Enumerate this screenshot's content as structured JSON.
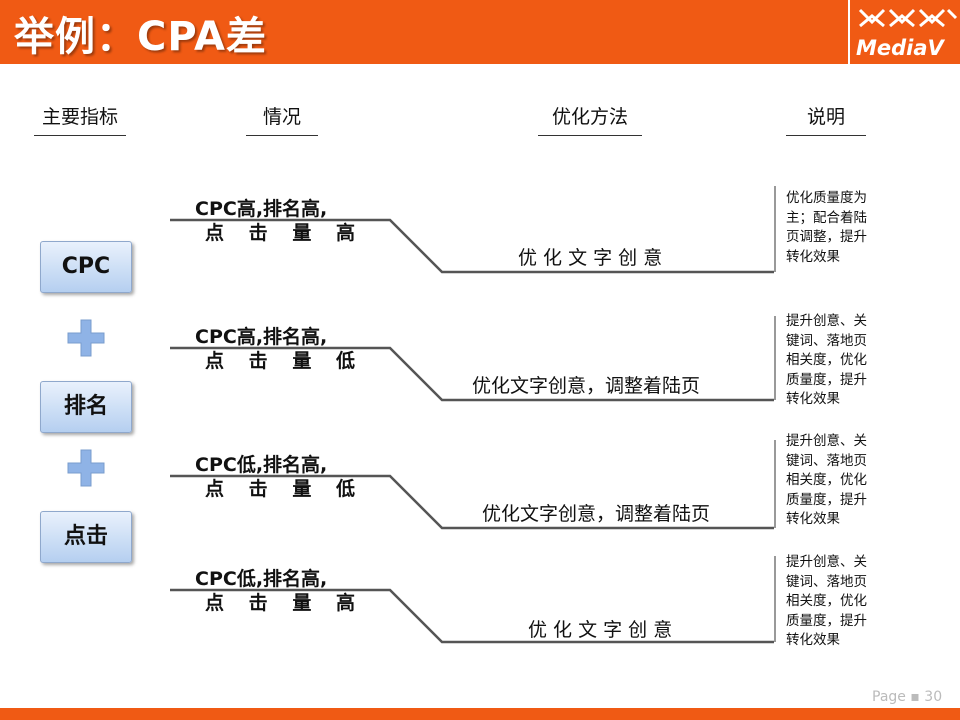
{
  "slide": {
    "title": "举例：CPA差",
    "logo_text": "MediaV",
    "page_label": "Page ▪ 30"
  },
  "columns": [
    "主要指标",
    "情况",
    "优化方法",
    "说明"
  ],
  "metrics": [
    "CPC",
    "排名",
    "点击"
  ],
  "rows": [
    {
      "cond_line1": "CPC高,排名高,",
      "cond_line2": [
        "点",
        "击",
        "量",
        "高"
      ],
      "method": "优 化 文 字 创 意",
      "note": [
        "优化质量度为",
        "主；配合着陆",
        "页调整，提升",
        "转化效果"
      ]
    },
    {
      "cond_line1": "CPC高,排名高,",
      "cond_line2": [
        "点",
        "击",
        "量",
        "低"
      ],
      "method": "优化文字创意，调整着陆页",
      "note": [
        "提升创意、关",
        "键词、落地页",
        "相关度，优化",
        "质量度，提升",
        "转化效果"
      ]
    },
    {
      "cond_line1": "CPC低,排名高,",
      "cond_line2": [
        "点",
        "击",
        "量",
        "低"
      ],
      "method": "优化文字创意，调整着陆页",
      "note": [
        "提升创意、关",
        "键词、落地页",
        "相关度，优化",
        "质量度，提升",
        "转化效果"
      ]
    },
    {
      "cond_line1": "CPC低,排名高,",
      "cond_line2": [
        "点",
        "击",
        "量",
        "高"
      ],
      "method": "优 化 文 字 创 意",
      "note": [
        "提升创意、关",
        "键词、落地页",
        "相关度，优化",
        "质量度，提升",
        "转化效果"
      ]
    }
  ],
  "colors": {
    "accent": "#f05a14",
    "metric_box": "#b5cff0",
    "plus": "#8fb3e6",
    "line": "#555555"
  }
}
